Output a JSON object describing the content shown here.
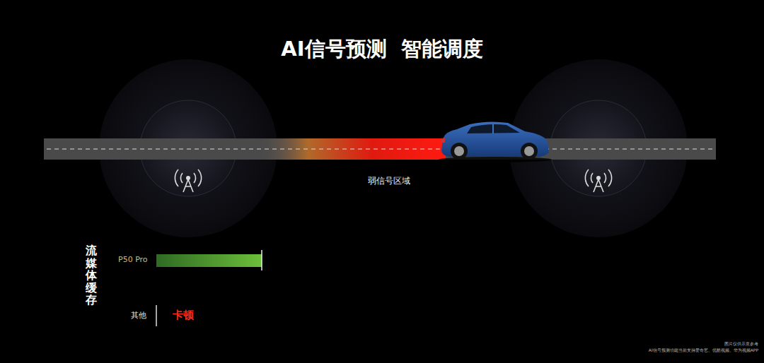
{
  "diagram": {
    "title": "AI信号预测  智能调度",
    "labels": [
      "弱信号区域",
      "流媒体缓存",
      "P50 Pro",
      "其他",
      "卡顿",
      "图片仅供示意参考",
      "AI信号预测功能当前支持爱奇艺、优酷视频、华为视频APP"
    ]
  }
}
